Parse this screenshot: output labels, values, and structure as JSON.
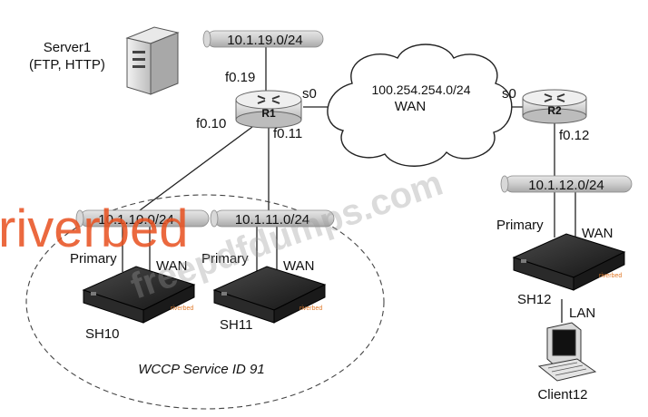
{
  "server": {
    "name": "Server1",
    "services": "(FTP, HTTP)"
  },
  "segments": {
    "server_lan": "10.1.19.0/24",
    "sh10_lan": "10.1.10.0/24",
    "sh11_lan": "10.1.11.0/24",
    "remote_lan": "10.1.12.0/24"
  },
  "routers": {
    "r1": {
      "name": "R1",
      "f019": "f0.19",
      "f010": "f0.10",
      "f011": "f0.11",
      "s0": "s0"
    },
    "r2": {
      "name": "R2",
      "s0": "s0",
      "f012": "f0.12"
    }
  },
  "wan": {
    "subnet": "100.254.254.0/24",
    "label": "WAN"
  },
  "appliances": {
    "sh10": {
      "name": "SH10",
      "primary": "Primary",
      "wan": "WAN",
      "brand": "riverbed"
    },
    "sh11": {
      "name": "SH11",
      "primary": "Primary",
      "wan": "WAN",
      "brand": "riverbed"
    },
    "sh12": {
      "name": "SH12",
      "primary": "Primary",
      "wan": "WAN",
      "lan": "LAN",
      "brand": "riverbed"
    }
  },
  "wccp": {
    "label": "WCCP Service ID 91"
  },
  "client": {
    "name": "Client12"
  },
  "watermarks": {
    "brand": "riverbed",
    "site": "freepdfdumps.com"
  }
}
